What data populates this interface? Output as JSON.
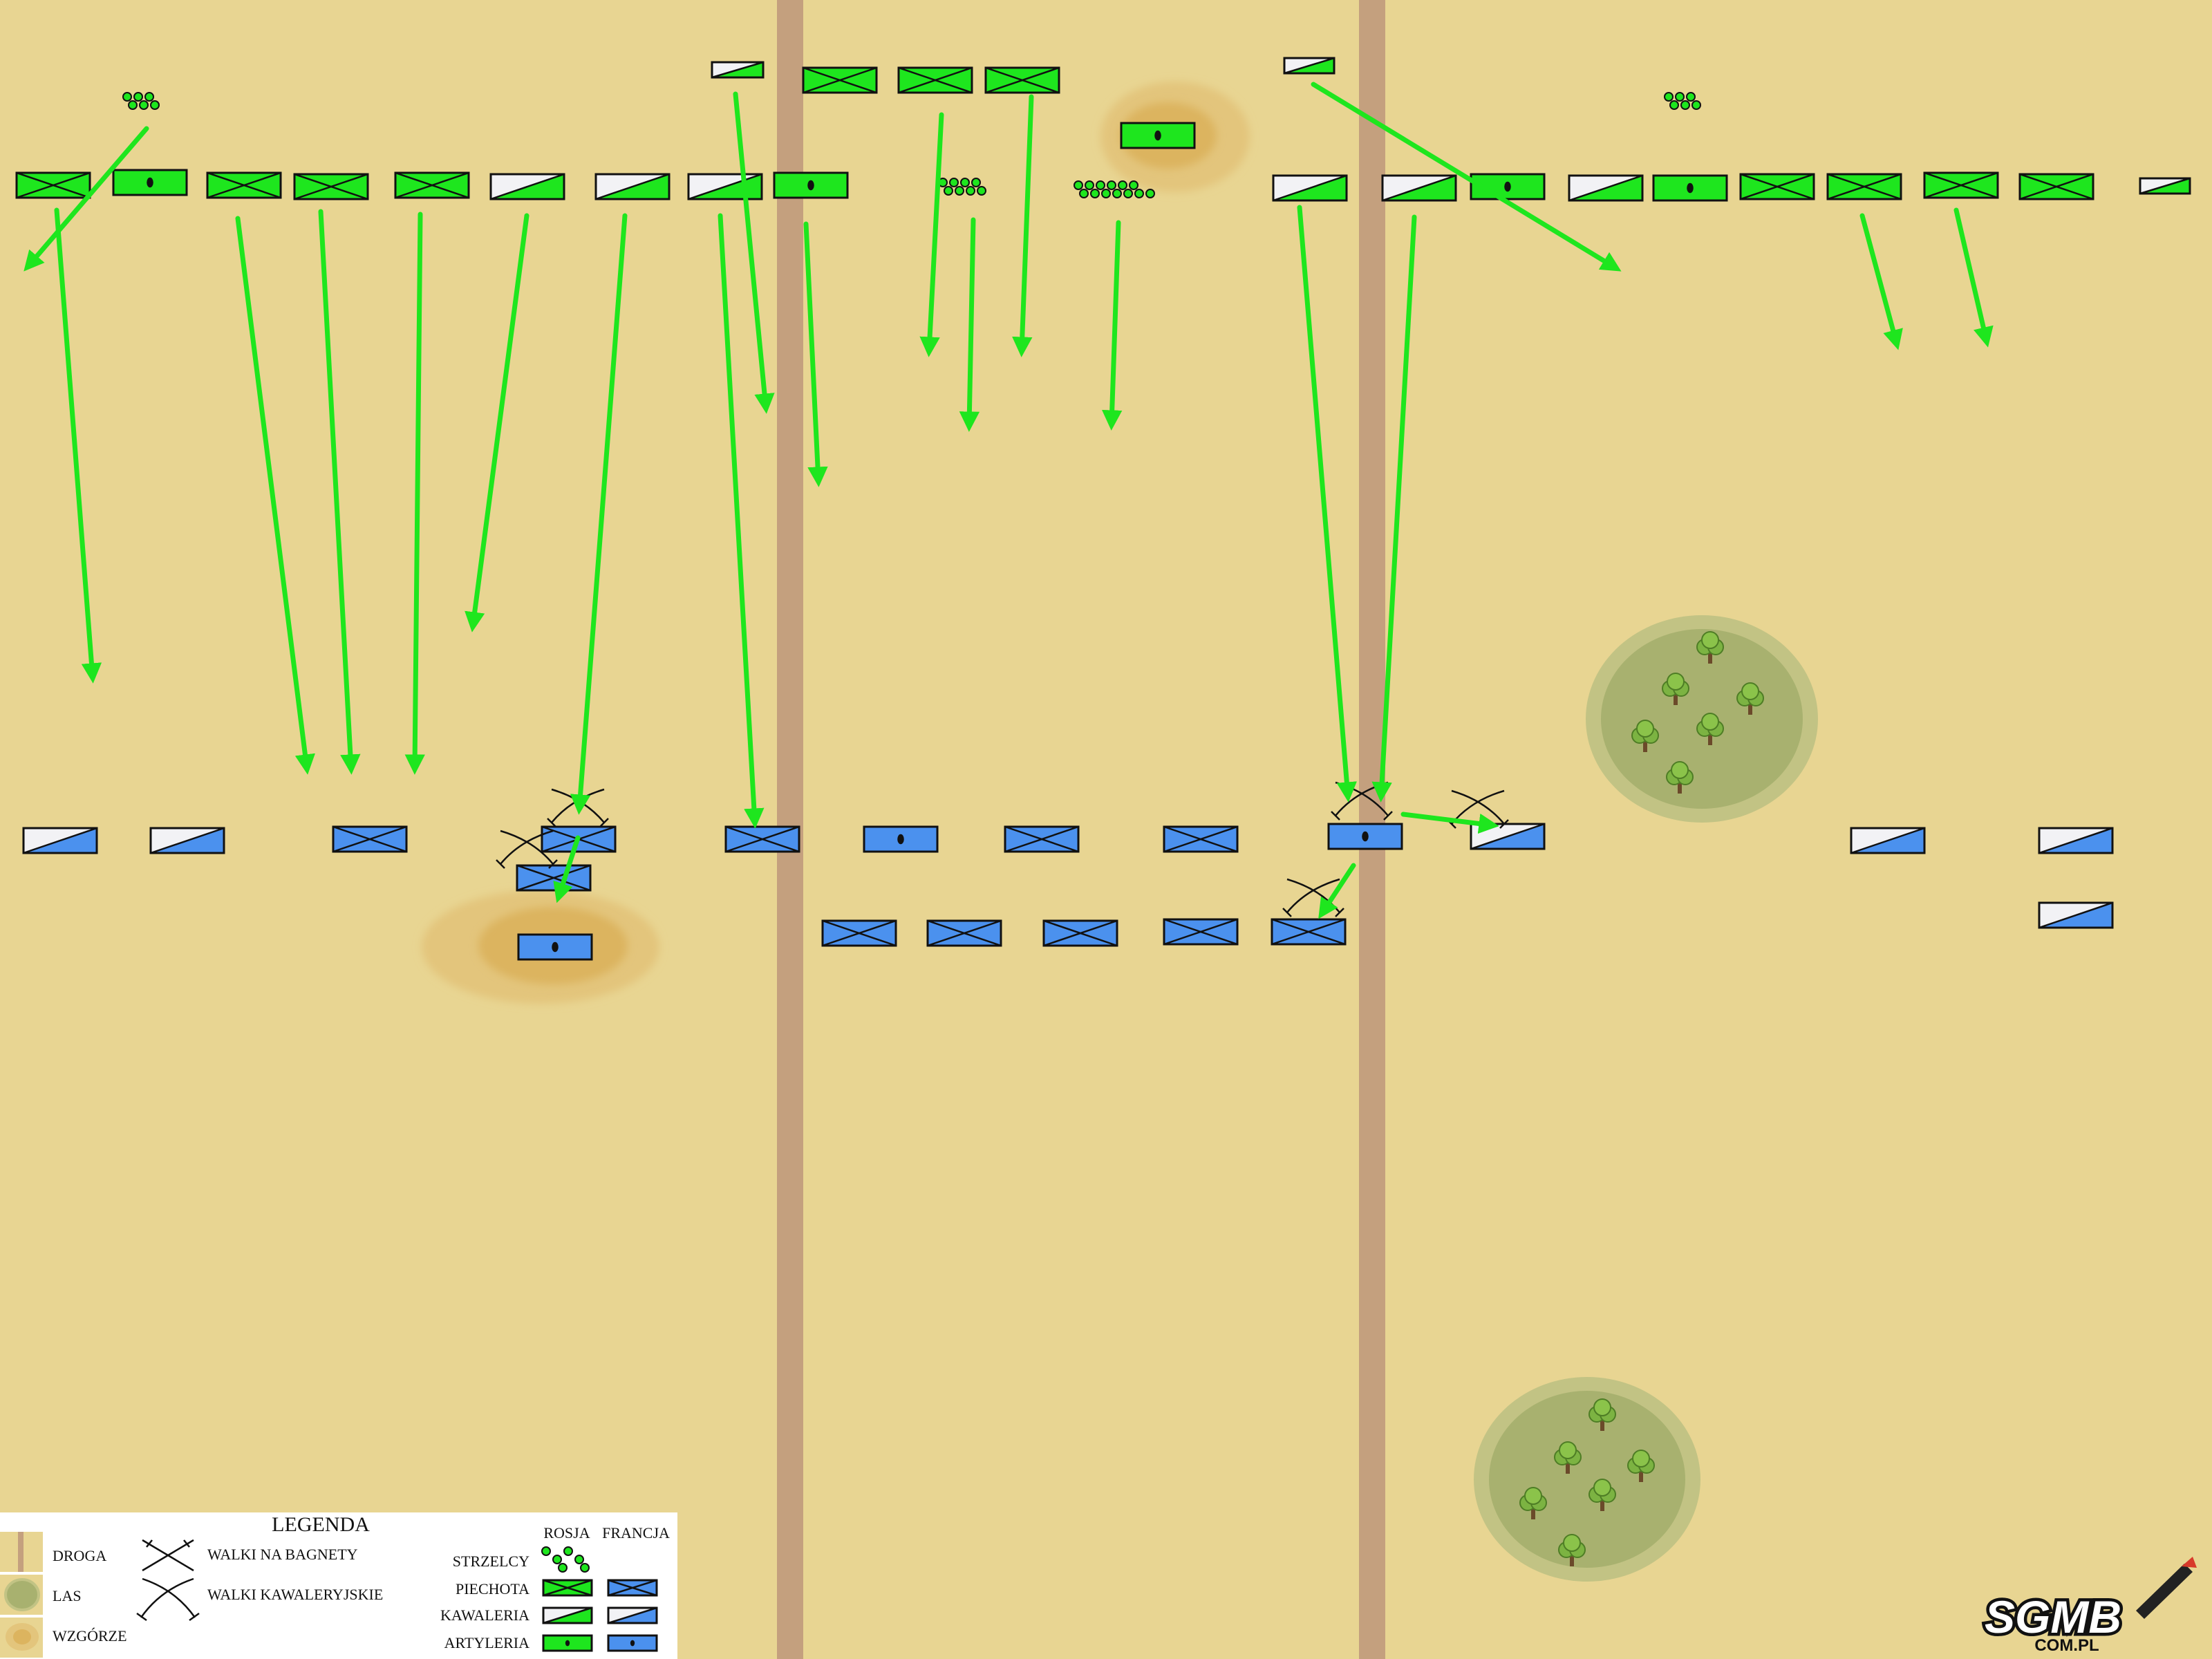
{
  "colors": {
    "ground": "#e8d592",
    "road": "#c4a07e",
    "hill_outer": "#e3c57c",
    "hill_inner": "#dcb45f",
    "forest_outer": "#c2c384",
    "forest_inner": "#a8b16f",
    "russia": "#1ee61e",
    "france": "#4b91ee",
    "arrow": "#1ee61e"
  },
  "legend": {
    "title": "LEGENDA",
    "col_russia": "ROSJA",
    "col_france": "FRANCJA",
    "terrain": [
      {
        "key": "road",
        "label": "DROGA"
      },
      {
        "key": "forest",
        "label": "LAS"
      },
      {
        "key": "hill",
        "label": "WZGÓRZE"
      }
    ],
    "combat": [
      {
        "key": "bayonet",
        "label": "WALKI NA BAGNETY"
      },
      {
        "key": "cavalry",
        "label": "WALKI KAWALERYJSKIE"
      }
    ],
    "units": [
      {
        "key": "skirmishers",
        "label": "STRZELCY"
      },
      {
        "key": "infantry",
        "label": "PIECHOTA"
      },
      {
        "key": "cavalry",
        "label": "KAWALERIA"
      },
      {
        "key": "artillery",
        "label": "ARTYLERIA"
      }
    ]
  },
  "logo": {
    "name": "SGMB",
    "domain": "COM.PL"
  }
}
